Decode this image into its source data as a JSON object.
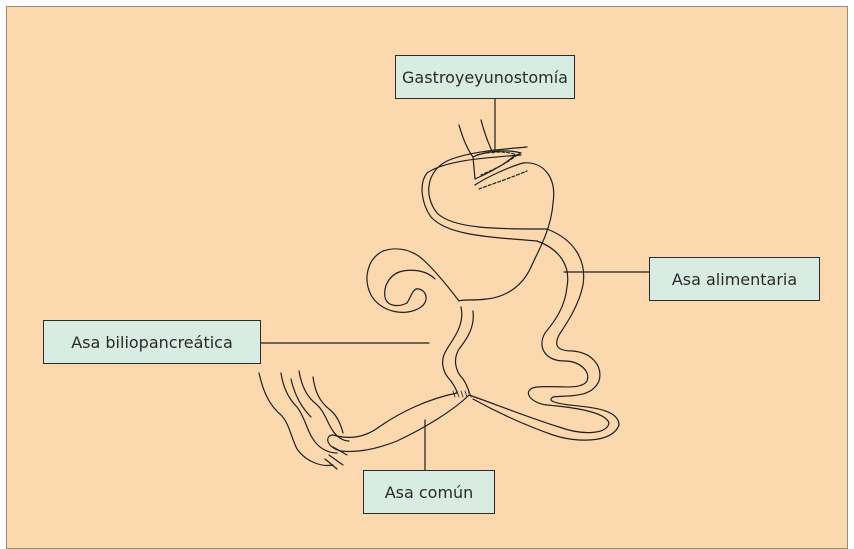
{
  "diagram": {
    "labels": {
      "gastroyeyunostomia": "Gastroyeyunostomía",
      "asa_alimentaria": "Asa alimentaria",
      "asa_biliopancreatica": "Asa biliopancreática",
      "asa_comun": "Asa común"
    },
    "colors": {
      "background": "#fcd8ae",
      "label_fill": "#d9ece3",
      "line": "#1f1f1f"
    }
  }
}
